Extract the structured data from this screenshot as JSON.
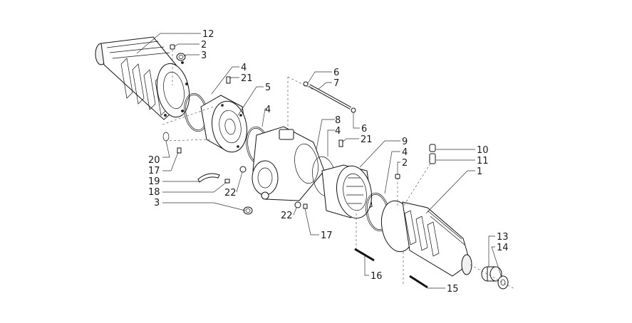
{
  "diagram": {
    "callouts": [
      {
        "id": "c12a",
        "label": "12"
      },
      {
        "id": "c2a",
        "label": "2"
      },
      {
        "id": "c3a",
        "label": "3"
      },
      {
        "id": "c4a",
        "label": "4"
      },
      {
        "id": "c21a",
        "label": "21"
      },
      {
        "id": "c5",
        "label": "5"
      },
      {
        "id": "c4b",
        "label": "4"
      },
      {
        "id": "c6a",
        "label": "6"
      },
      {
        "id": "c7",
        "label": "7"
      },
      {
        "id": "c6b",
        "label": "6"
      },
      {
        "id": "c8",
        "label": "8"
      },
      {
        "id": "c4c",
        "label": "4"
      },
      {
        "id": "c21b",
        "label": "21"
      },
      {
        "id": "c9",
        "label": "9"
      },
      {
        "id": "c4d",
        "label": "4"
      },
      {
        "id": "c2b",
        "label": "2"
      },
      {
        "id": "c10",
        "label": "10"
      },
      {
        "id": "c11",
        "label": "11"
      },
      {
        "id": "c1",
        "label": "1"
      },
      {
        "id": "c20",
        "label": "20"
      },
      {
        "id": "c17a",
        "label": "17"
      },
      {
        "id": "c19",
        "label": "19"
      },
      {
        "id": "c18",
        "label": "18"
      },
      {
        "id": "c22a",
        "label": "22"
      },
      {
        "id": "c3b",
        "label": "3"
      },
      {
        "id": "c22b",
        "label": "22"
      },
      {
        "id": "c17b",
        "label": "17"
      },
      {
        "id": "c16",
        "label": "16"
      },
      {
        "id": "c13",
        "label": "13"
      },
      {
        "id": "c14",
        "label": "14"
      },
      {
        "id": "c15",
        "label": "15"
      }
    ]
  }
}
